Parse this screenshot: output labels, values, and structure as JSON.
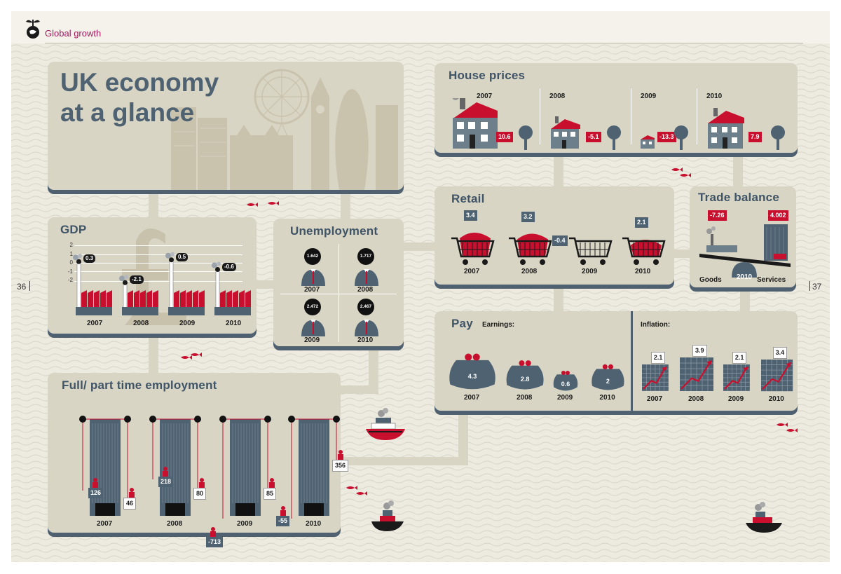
{
  "header": {
    "section_title": "Global growth",
    "page_left": "36",
    "page_right": "37"
  },
  "colors": {
    "accent_red": "#c8102e",
    "slate": "#4e6272",
    "panel": "#d9d5c5",
    "magenta": "#a3185d"
  },
  "main": {
    "title_line1": "UK economy",
    "title_line2": "at a glance"
  },
  "house_prices": {
    "title": "House prices",
    "items": [
      {
        "year": "2007",
        "value": "10.6"
      },
      {
        "year": "2008",
        "value": "-5.1"
      },
      {
        "year": "2009",
        "value": "-13.3"
      },
      {
        "year": "2010",
        "value": "7.9"
      }
    ]
  },
  "gdp": {
    "title": "GDP",
    "axis_ticks": [
      "2",
      "1",
      "0",
      "-1",
      "-2"
    ],
    "items": [
      {
        "year": "2007",
        "value": "0.3"
      },
      {
        "year": "2008",
        "value": "-2.1"
      },
      {
        "year": "2009",
        "value": "0.5"
      },
      {
        "year": "2010",
        "value": "-0.6"
      }
    ]
  },
  "unemployment": {
    "title": "Unemployment",
    "items": [
      {
        "year": "2007",
        "value": "1.642"
      },
      {
        "year": "2008",
        "value": "1.717"
      },
      {
        "year": "2009",
        "value": "2.472"
      },
      {
        "year": "2010",
        "value": "2.467"
      }
    ]
  },
  "retail": {
    "title": "Retail",
    "items": [
      {
        "year": "2007",
        "value": "3.4"
      },
      {
        "year": "2008",
        "value": "3.2"
      },
      {
        "year": "2009",
        "value": "-0.4"
      },
      {
        "year": "2010",
        "value": "2.1"
      }
    ]
  },
  "trade_balance": {
    "title": "Trade balance",
    "goods_value": "-7.26",
    "services_value": "4.002",
    "goods_label": "Goods",
    "services_label": "Services",
    "year": "2010"
  },
  "pay": {
    "title": "Pay",
    "earnings_label": "Earnings:",
    "earnings": [
      {
        "year": "2007",
        "value": "4.3"
      },
      {
        "year": "2008",
        "value": "2.8"
      },
      {
        "year": "2009",
        "value": "0.6"
      },
      {
        "year": "2010",
        "value": "2"
      }
    ],
    "inflation_label": "Inflation:",
    "inflation": [
      {
        "year": "2007",
        "value": "2.1"
      },
      {
        "year": "2008",
        "value": "3.9"
      },
      {
        "year": "2009",
        "value": "2.1"
      },
      {
        "year": "2010",
        "value": "3.4"
      }
    ]
  },
  "employment": {
    "title": "Full/ part time employment",
    "items": [
      {
        "year": "2007",
        "full": "126",
        "part": "46"
      },
      {
        "year": "2008",
        "full": "218",
        "part": "80"
      },
      {
        "year": "2009",
        "full": "-713",
        "part": "85"
      },
      {
        "year": "2010",
        "full": "-55",
        "part": "356"
      }
    ]
  }
}
